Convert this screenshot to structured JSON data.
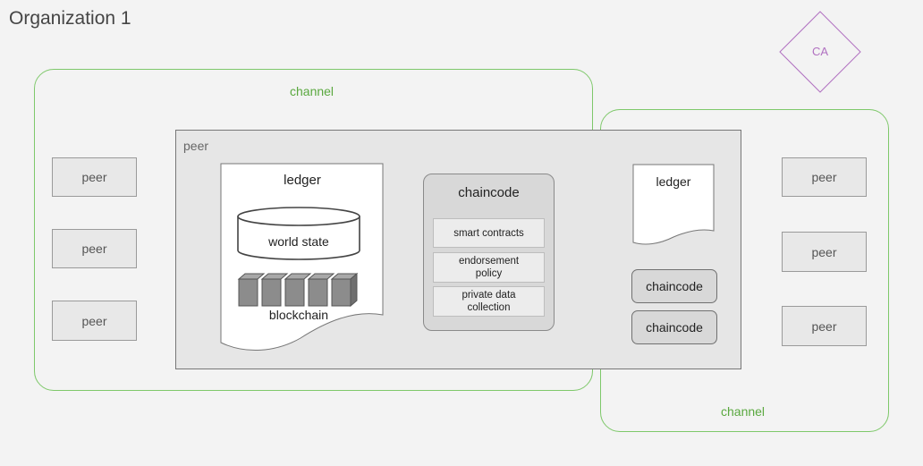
{
  "organization": {
    "title": "Organization 1"
  },
  "ca": {
    "label": "CA"
  },
  "channels": [
    {
      "label": "channel"
    },
    {
      "label": "channel"
    }
  ],
  "left_peers": [
    "peer",
    "peer",
    "peer"
  ],
  "right_peers": [
    "peer",
    "peer",
    "peer"
  ],
  "main_peer": {
    "label": "peer",
    "ledger": {
      "title": "ledger",
      "world_state": "world state",
      "blockchain": "blockchain"
    },
    "chaincode": {
      "title": "chaincode",
      "items": [
        "smart contracts",
        "endorsement policy",
        "private data collection"
      ]
    },
    "second_ledger": {
      "title": "ledger"
    },
    "chaincodes": [
      "chaincode",
      "chaincode"
    ]
  },
  "colors": {
    "channel_border": "#7ec86a",
    "channel_text": "#5aa83f",
    "ca_color": "#b070c0",
    "block_fill": "#8c8c8c"
  }
}
